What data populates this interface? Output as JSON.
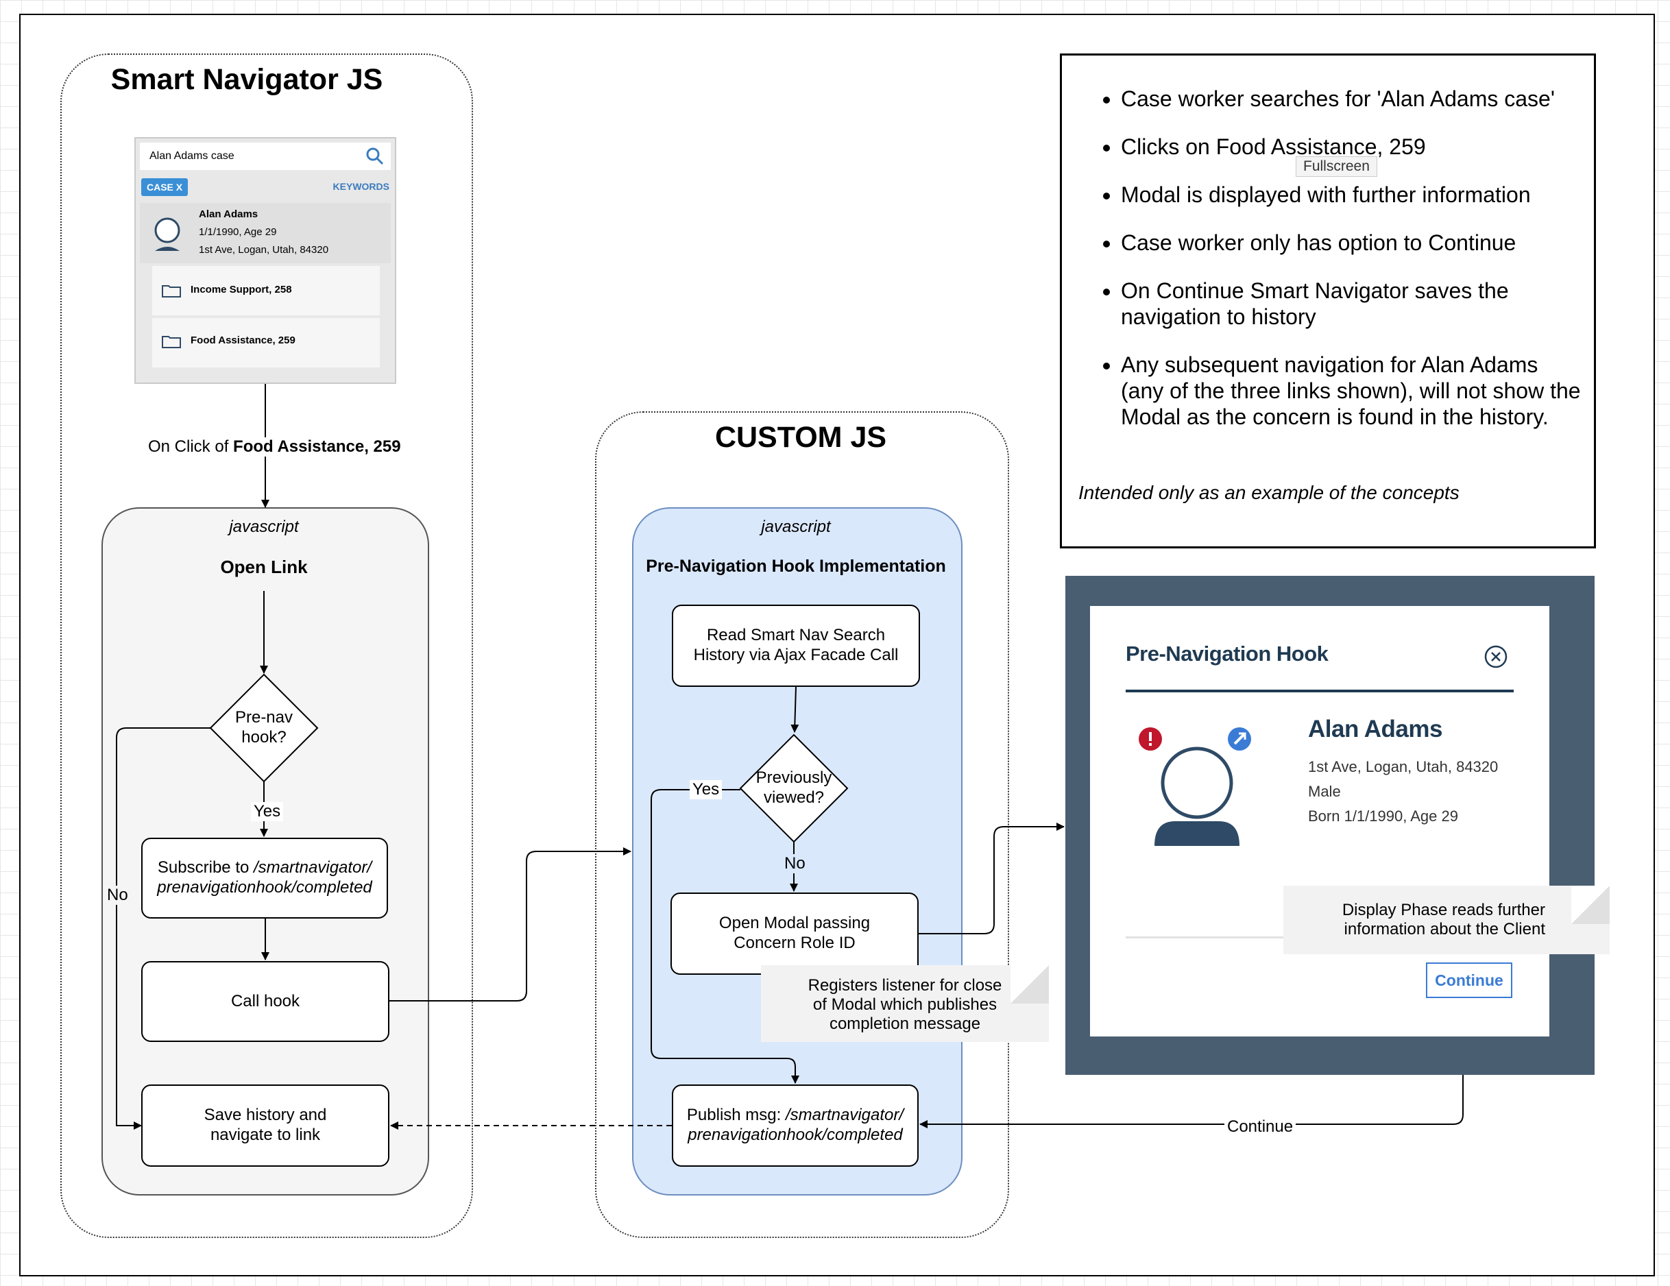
{
  "lanes": {
    "smart_nav_title": "Smart Navigator JS",
    "custom_title": "CUSTOM JS"
  },
  "search_widget": {
    "query": "Alan Adams case",
    "pill": "CASE X",
    "keywords": "KEYWORDS",
    "person_name": "Alan Adams",
    "person_dob": "1/1/1990, Age 29",
    "person_address": "1st Ave, Logan, Utah, 84320",
    "results": [
      "Income Support, 258",
      "Food Assistance, 259"
    ]
  },
  "click_label": {
    "prefix": "On Click of ",
    "target": "Food Assistance, 259"
  },
  "left_group": {
    "lang": "javascript",
    "title": "Open Link",
    "decision": "Pre-nav hook?",
    "yes": "Yes",
    "no": "No",
    "subscribe_prefix": "Subscribe to ",
    "subscribe_topic": "/smartnavigator/ prenavigationhook/completed",
    "call_hook": "Call hook",
    "save_history": "Save history and navigate to link"
  },
  "right_group": {
    "lang": "javascript",
    "title": "Pre-Navigation Hook Implementation",
    "read_history": "Read Smart Nav Search History via Ajax Facade Call",
    "decision": "Previously viewed?",
    "yes": "Yes",
    "no": "No",
    "open_modal": "Open Modal passing Concern Role ID",
    "publish_prefix": "Publish msg: ",
    "publish_topic": "/smartnavigator/ prenavigationhook/completed"
  },
  "notes_callout": {
    "registers": "Registers listener for close of Modal which publishes completion message",
    "display_phase": "Display Phase reads further information about the Client"
  },
  "continue_edge": "Continue",
  "bullets": [
    "Case worker searches for 'Alan Adams case'",
    "Clicks on Food Assistance, 259",
    "Modal is displayed with further information",
    "Case worker only has option to Continue",
    "On Continue Smart Navigator saves the navigation to history",
    "Any subsequent navigation for Alan Adams (any of the three links shown), will not show the Modal as the concern is found in the history."
  ],
  "bullets_footer": "Intended only as an example of the concepts",
  "tooltip": "Fullscreen",
  "modal": {
    "title": "Pre-Navigation Hook",
    "name": "Alan Adams",
    "address": "1st Ave, Logan, Utah, 84320",
    "gender": "Male",
    "born": "Born 1/1/1990, Age 29",
    "continue_button": "Continue"
  },
  "colors": {
    "custom_fill": "#dae8fc",
    "custom_border": "#6c8ebf",
    "modal_frame": "#4a5e72",
    "modal_title": "#1f3a52",
    "alert": "#c0172d",
    "link_badge": "#3a7bd5"
  },
  "icons": [
    "search-icon",
    "folder-icon",
    "avatar-icon",
    "close-icon",
    "alert-icon",
    "link-icon"
  ]
}
